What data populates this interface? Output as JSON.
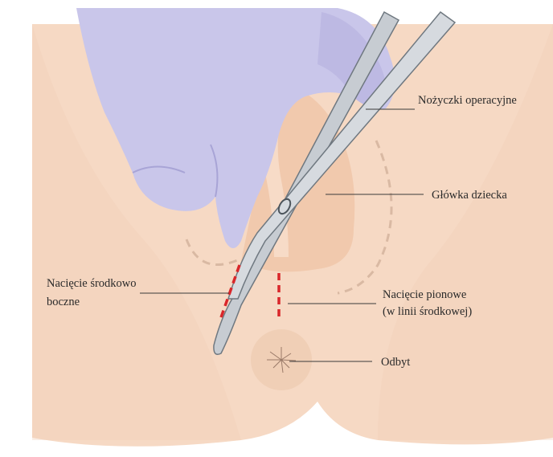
{
  "labels": {
    "scissors": "Nożyczki operacyjne",
    "baby_head": "Główka dziecka",
    "mediolateral_line1": "Nacięcie środkowo",
    "mediolateral_line2": "boczne",
    "midline_line1": "Nacięcie pionowe",
    "midline_line2": "(w linii środkowej)",
    "anus": "Odbyt"
  },
  "colors": {
    "skin": "#f6d9c4",
    "skin_shadow": "#e9c2a8",
    "baby_head": "#f1c9ad",
    "glove": "#c9c6ea",
    "glove_shadow": "#a8a4d6",
    "scissors": "#c7ccd2",
    "scissors_edge": "#6f7880",
    "incision": "#d9262a",
    "guide_dash": "#d9b9a3"
  }
}
